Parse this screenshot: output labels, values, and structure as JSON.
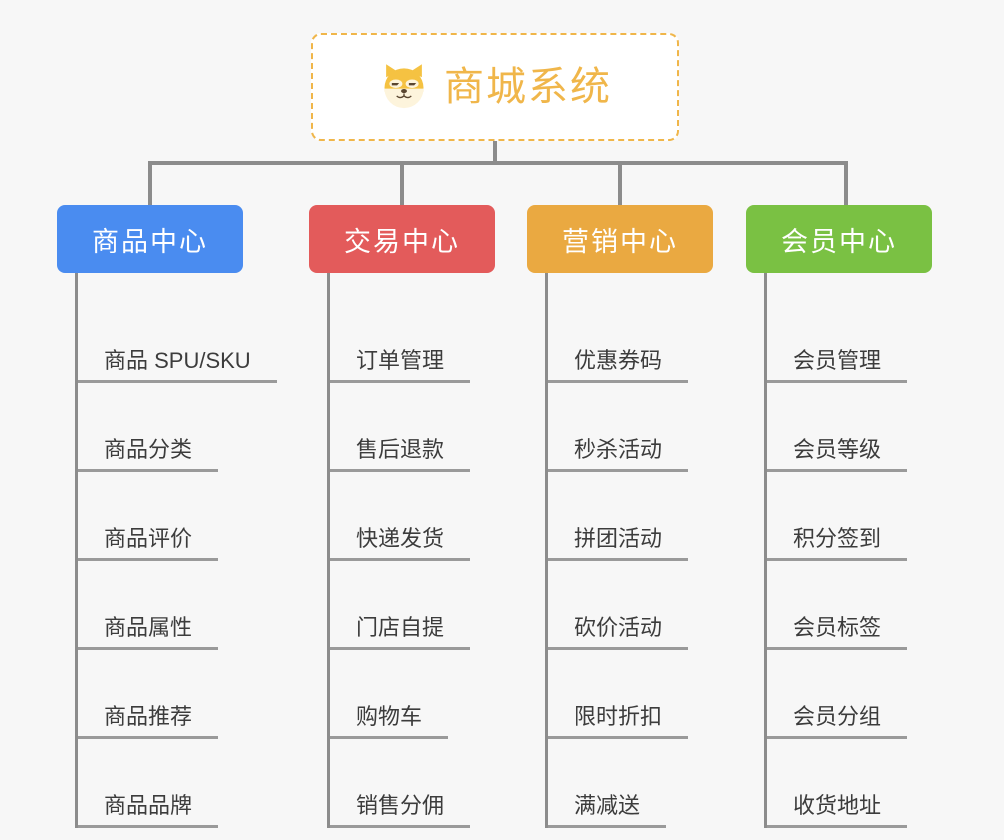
{
  "page": {
    "background_color": "#f7f7f7",
    "title": "商城系统"
  },
  "root": {
    "label": "商城系统",
    "icon": "shiba-dog-face-icon",
    "border_color": "#f0b64a",
    "text_color": "#f0b64a",
    "fill_color": "#ffffff"
  },
  "connector": {
    "color": "#8c8c8c"
  },
  "branches": [
    {
      "label": "商品中心",
      "color": "#4a8cf0",
      "items": [
        "商品 SPU/SKU",
        "商品分类",
        "商品评价",
        "商品属性",
        "商品推荐",
        "商品品牌"
      ]
    },
    {
      "label": "交易中心",
      "color": "#e35b5b",
      "items": [
        "订单管理",
        "售后退款",
        "快递发货",
        "门店自提",
        "购物车",
        "销售分佣"
      ]
    },
    {
      "label": "营销中心",
      "color": "#eaa941",
      "items": [
        "优惠券码",
        "秒杀活动",
        "拼团活动",
        "砍价活动",
        "限时折扣",
        "满减送"
      ]
    },
    {
      "label": "会员中心",
      "color": "#7ac143",
      "items": [
        "会员管理",
        "会员等级",
        "积分签到",
        "会员标签",
        "会员分组",
        "收货地址"
      ]
    }
  ]
}
